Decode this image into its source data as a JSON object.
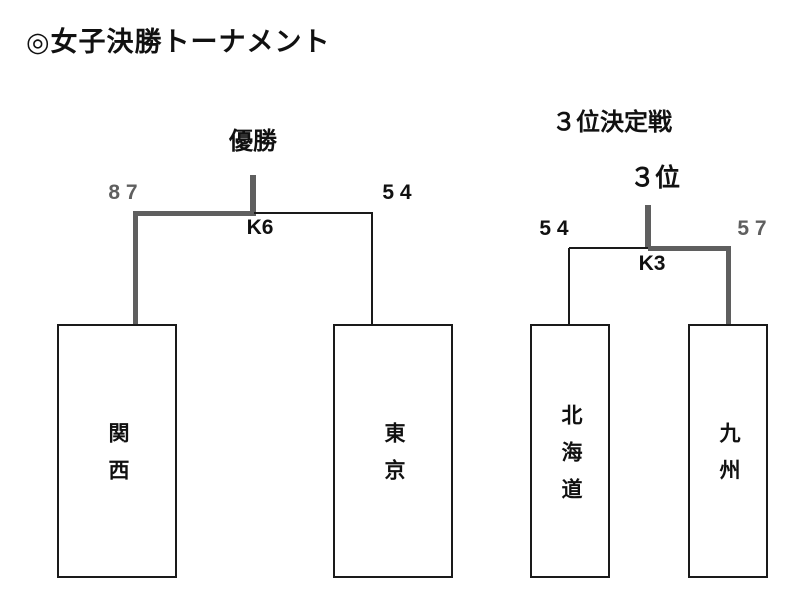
{
  "title": "◎女子決勝トーナメント",
  "colors": {
    "ink": "#111111",
    "line": "#1a1a1a",
    "winner": "#5f5f5f",
    "background": "#ffffff"
  },
  "final_match": {
    "result_label": "優勝",
    "match_id": "K6",
    "left": {
      "team": "関西",
      "score": "8 7",
      "winner": true
    },
    "right": {
      "team": "東京",
      "score": "5 4",
      "winner": false
    }
  },
  "third_place_match": {
    "header": "３位決定戦",
    "result_label": "３位",
    "match_id": "K3",
    "left": {
      "team": "北海道",
      "score": "5 4",
      "winner": false
    },
    "right": {
      "team": "九州",
      "score": "5 7",
      "winner": true
    }
  }
}
